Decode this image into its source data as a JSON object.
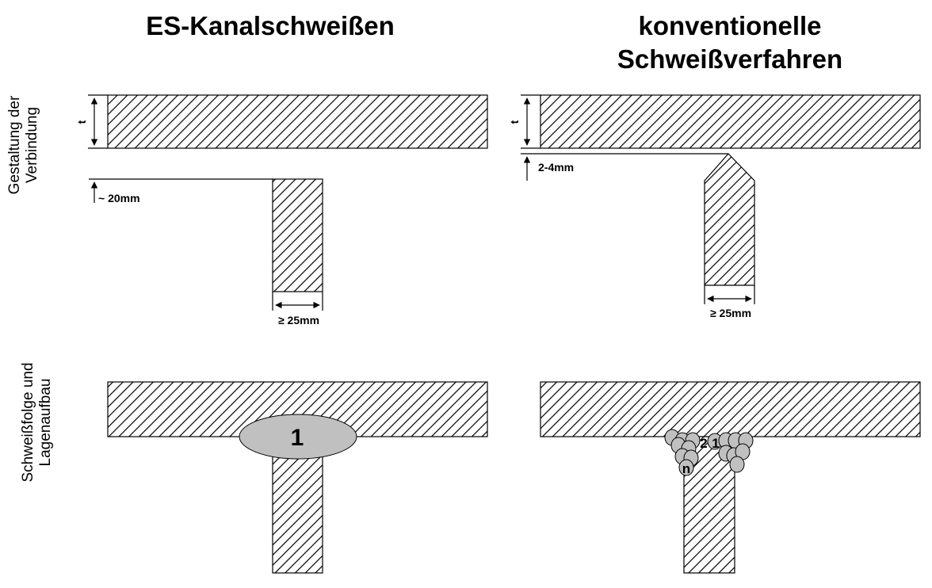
{
  "columns": {
    "left_title": "ES-Kanalschweißen",
    "right_title_line1": "konventionelle",
    "right_title_line2": "Schweißverfahren"
  },
  "rows": {
    "top_label_line1": "Gestaltung der",
    "top_label_line2": "Verbindung",
    "bottom_label_line1": "Schweißfolge und",
    "bottom_label_line2": "Lagenaufbau"
  },
  "dimensions": {
    "thickness": "t",
    "gap_left": "~ 20mm",
    "gap_right": "2-4mm",
    "width_left": "≥ 25mm",
    "width_right": "≥ 25mm"
  },
  "bead_labels": {
    "es_single_pass": "1",
    "conv_pass_1": "1",
    "conv_pass_2": "2",
    "conv_pass_n": "n"
  },
  "colors": {
    "hatch": "#000000",
    "bead_fill": "#c0c0c0",
    "background": "#ffffff"
  }
}
